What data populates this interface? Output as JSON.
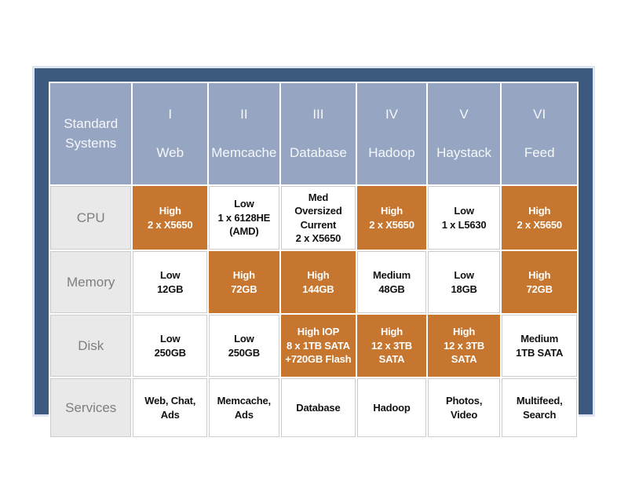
{
  "colors": {
    "frame_navy": "#3C5A80",
    "frame_outer_border": "#DEE4F0",
    "header_blue": "#96A6C2",
    "header_text": "#F5F7FA",
    "highlight_orange": "#C6762F",
    "row_label_bg": "#E9E9E9",
    "row_label_text": "#7E7E7E",
    "cell_border": "#CCCCCC",
    "cell_text": "#111111"
  },
  "table": {
    "corner": "Standard\nSystems",
    "columns": [
      {
        "numeral": "I",
        "name": "Web"
      },
      {
        "numeral": "II",
        "name": "Memcache"
      },
      {
        "numeral": "III",
        "name": "Database"
      },
      {
        "numeral": "IV",
        "name": "Hadoop"
      },
      {
        "numeral": "V",
        "name": "Haystack"
      },
      {
        "numeral": "VI",
        "name": "Feed"
      }
    ],
    "rows": [
      {
        "label": "CPU",
        "cells": [
          {
            "text": "High\n2 x X5650",
            "highlight": true
          },
          {
            "text": "Low\n1 x 6128HE\n(AMD)",
            "highlight": false
          },
          {
            "text": "Med\nOversized\nCurrent\n2 x X5650",
            "highlight": false
          },
          {
            "text": "High\n2 x X5650",
            "highlight": true
          },
          {
            "text": "Low\n1 x L5630",
            "highlight": false
          },
          {
            "text": "High\n2 x X5650",
            "highlight": true
          }
        ]
      },
      {
        "label": "Memory",
        "cells": [
          {
            "text": "Low\n12GB",
            "highlight": false
          },
          {
            "text": "High\n72GB",
            "highlight": true
          },
          {
            "text": "High\n144GB",
            "highlight": true
          },
          {
            "text": "Medium\n48GB",
            "highlight": false
          },
          {
            "text": "Low\n18GB",
            "highlight": false
          },
          {
            "text": "High\n72GB",
            "highlight": true
          }
        ]
      },
      {
        "label": "Disk",
        "cells": [
          {
            "text": "Low\n250GB",
            "highlight": false
          },
          {
            "text": "Low\n250GB",
            "highlight": false
          },
          {
            "text": "High IOP\n8 x 1TB SATA\n+720GB Flash",
            "highlight": true
          },
          {
            "text": "High\n12 x 3TB SATA",
            "highlight": true
          },
          {
            "text": "High\n12 x 3TB\nSATA",
            "highlight": true
          },
          {
            "text": "Medium\n1TB SATA",
            "highlight": false
          }
        ]
      },
      {
        "label": "Services",
        "cells": [
          {
            "text": "Web, Chat,\nAds",
            "highlight": false
          },
          {
            "text": "Memcache,\nAds",
            "highlight": false
          },
          {
            "text": "Database",
            "highlight": false
          },
          {
            "text": "Hadoop",
            "highlight": false
          },
          {
            "text": "Photos,\nVideo",
            "highlight": false
          },
          {
            "text": "Multifeed,\nSearch",
            "highlight": false
          }
        ]
      }
    ]
  },
  "chart_data": {
    "type": "table",
    "title": "Standard Systems",
    "columns": [
      "Standard Systems",
      "I Web",
      "II Memcache",
      "III Database",
      "IV Hadoop",
      "V Haystack",
      "VI Feed"
    ],
    "rows": [
      [
        "CPU",
        "High 2 x X5650",
        "Low 1 x 6128HE (AMD)",
        "Med Oversized Current 2 x X5650",
        "High 2 x X5650",
        "Low 1 x L5630",
        "High 2 x X5650"
      ],
      [
        "Memory",
        "Low 12GB",
        "High 72GB",
        "High 144GB",
        "Medium 48GB",
        "Low 18GB",
        "High 72GB"
      ],
      [
        "Disk",
        "Low 250GB",
        "Low 250GB",
        "High IOP 8 x 1TB SATA +720GB Flash",
        "High 12 x 3TB SATA",
        "High 12 x 3TB SATA",
        "Medium 1TB SATA"
      ],
      [
        "Services",
        "Web, Chat, Ads",
        "Memcache, Ads",
        "Database",
        "Hadoop",
        "Photos, Video",
        "Multifeed, Search"
      ]
    ],
    "highlighted_cells": [
      {
        "row": "CPU",
        "columns": [
          "I Web",
          "IV Hadoop",
          "VI Feed"
        ]
      },
      {
        "row": "Memory",
        "columns": [
          "II Memcache",
          "III Database",
          "VI Feed"
        ]
      },
      {
        "row": "Disk",
        "columns": [
          "III Database",
          "IV Hadoop",
          "V Haystack"
        ]
      }
    ],
    "highlight_color": "#C6762F",
    "layout": {
      "legend": "none",
      "grid": "cell borders"
    }
  }
}
